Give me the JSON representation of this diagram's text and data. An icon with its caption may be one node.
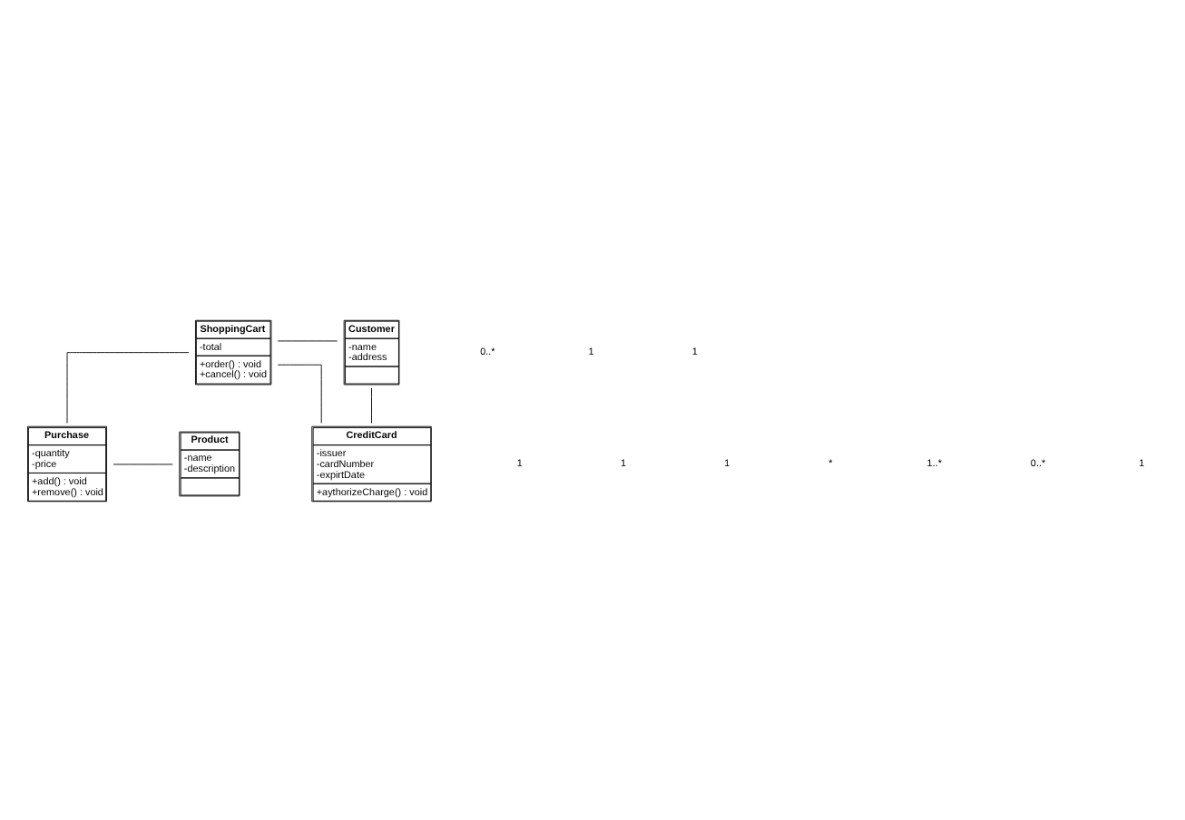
{
  "diagram": {
    "nodes": [
      {
        "text": [
          "ShoppingCart",
          "-total",
          "+order() : void",
          "+cancel() : void"
        ]
      },
      {
        "text": [
          "Customer",
          "-name",
          "-address"
        ]
      },
      {
        "text": [
          "CreditCard",
          "-issuer",
          "-cardNumber",
          "-expirtDate",
          "+aythorizeCharge() : void"
        ]
      },
      {
        "text": [
          "Purchase",
          "-quantity",
          "-price",
          "+add() : void",
          "+remove() : void"
        ]
      },
      {
        "text": [
          "Product",
          "-name",
          "-description"
        ]
      }
    ],
    "edges": [
      {
        "from": 0,
        "to": 1,
        "arrow": "none"
      },
      {
        "from": 0,
        "to": 2,
        "arrow": "none"
      },
      {
        "from": 2,
        "to": 1,
        "arrow": "none"
      },
      {
        "from": 0,
        "to": 3,
        "arrow": "none"
      },
      {
        "from": 3,
        "to": 4,
        "arrow": "none"
      }
    ],
    "labels": [
      "0..*",
      "1",
      "1",
      "1",
      "1",
      "1",
      "*",
      "1..*",
      "0..*",
      "1"
    ]
  }
}
